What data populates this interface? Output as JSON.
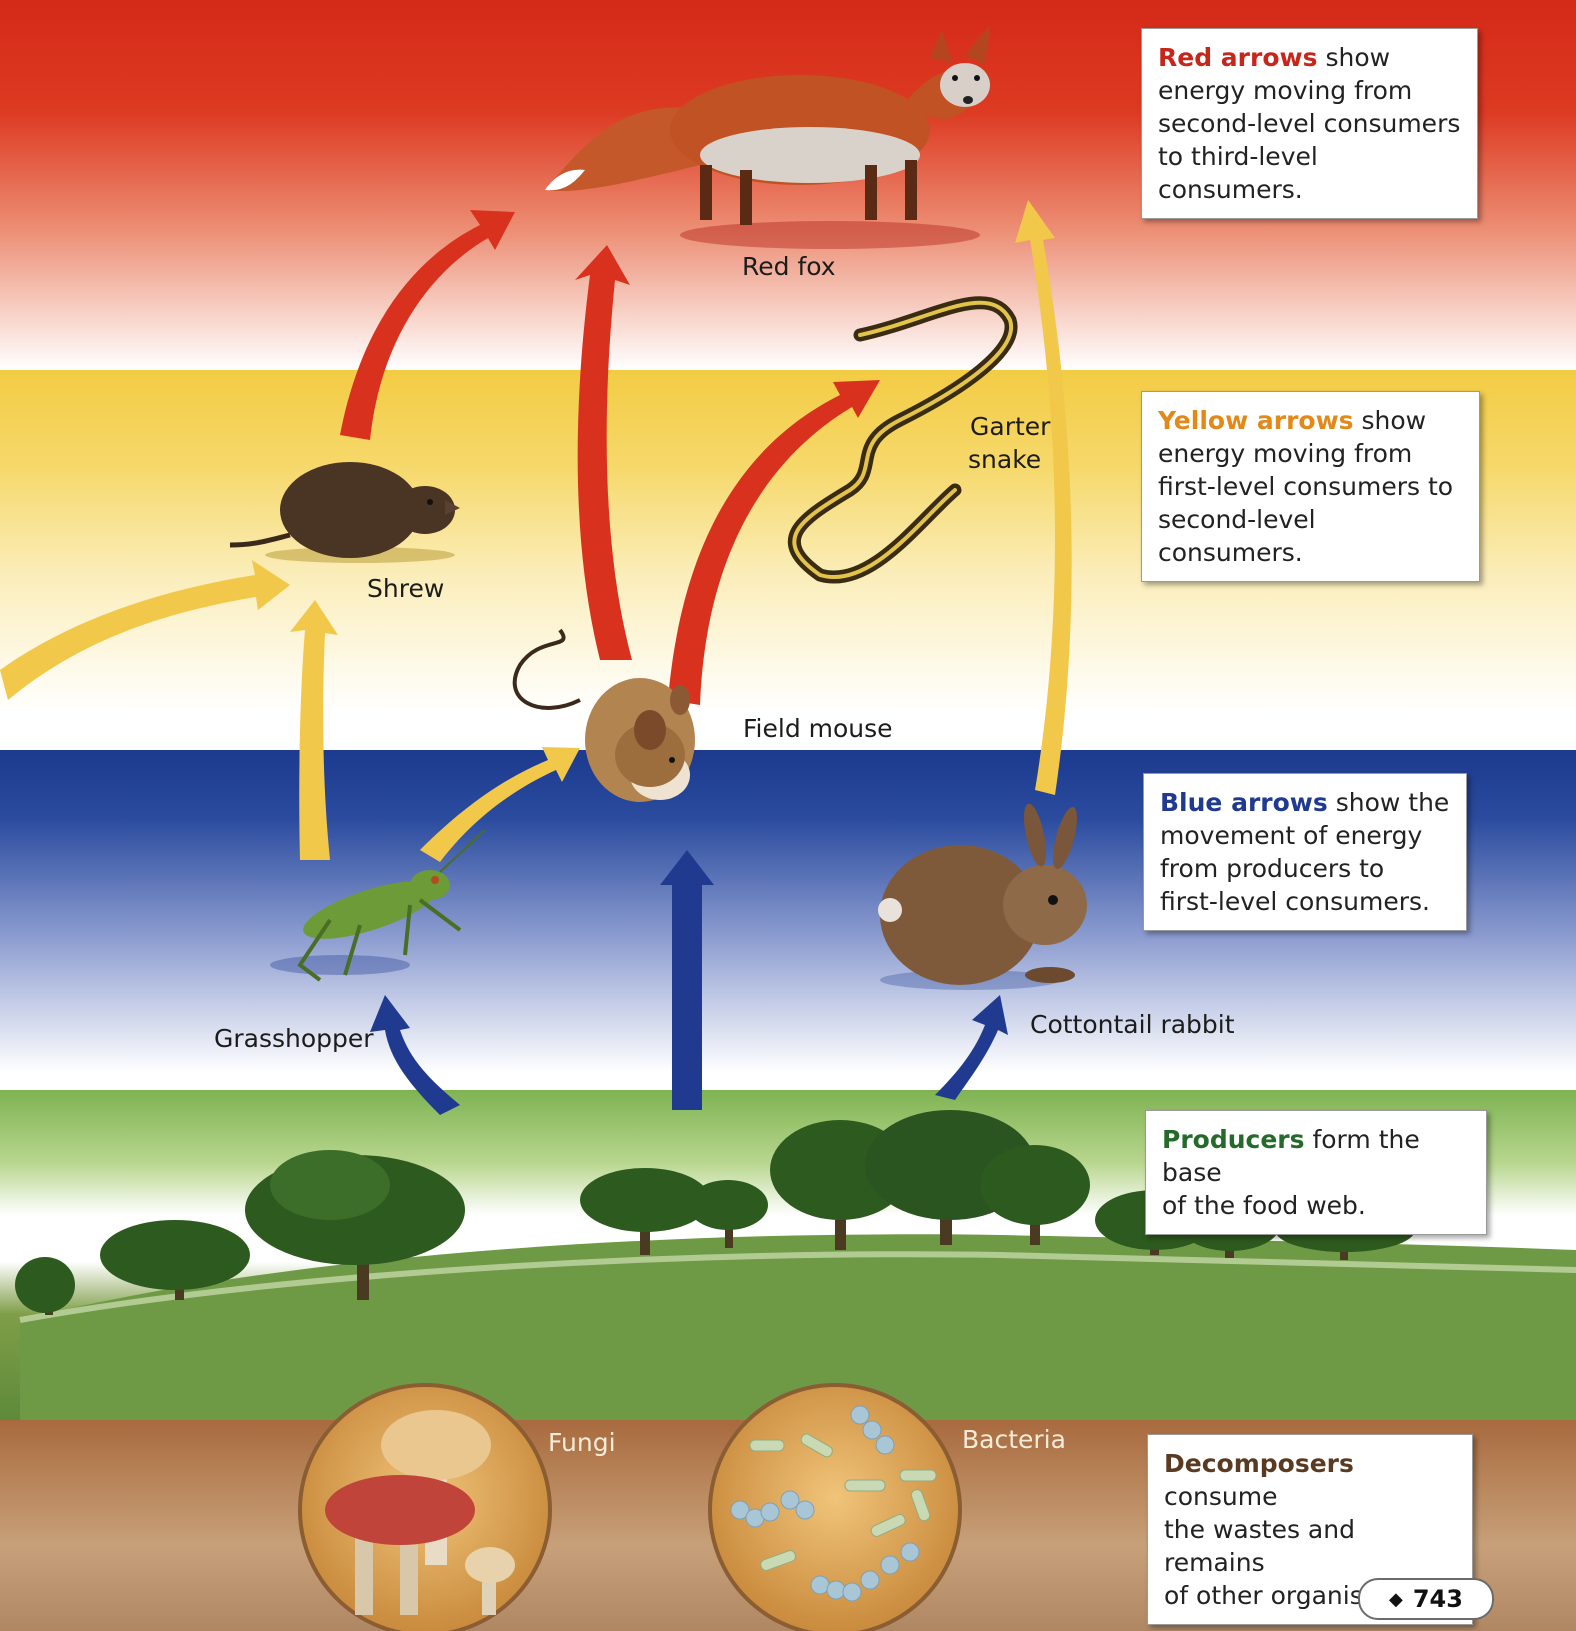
{
  "organisms": {
    "red_fox": "Red fox",
    "garter_snake_line1": "Garter",
    "garter_snake_line2": "snake",
    "shrew": "Shrew",
    "field_mouse": "Field mouse",
    "grasshopper": "Grasshopper",
    "cottontail_rabbit": "Cottontail rabbit",
    "fungi": "Fungi",
    "bacteria": "Bacteria"
  },
  "info_boxes": {
    "red": {
      "key": "Red arrows",
      "lines": [
        " show",
        "energy moving from",
        "second-level consumers",
        "to third-level consumers."
      ]
    },
    "yellow": {
      "key": "Yellow arrows",
      "lines": [
        " show",
        "energy moving from",
        "first-level consumers to",
        "second-level consumers."
      ]
    },
    "blue": {
      "key": "Blue arrows",
      "lines": [
        " show the",
        "movement of energy",
        "from producers to",
        "first-level consumers."
      ]
    },
    "producers": {
      "key": "Producers",
      "lines": [
        " form the base",
        "of the food web."
      ]
    },
    "decomposers": {
      "key": "Decomposers",
      "lines": [
        " consume",
        "the wastes and remains",
        "of other organisms."
      ]
    }
  },
  "page_number": "743",
  "colors": {
    "red_arrow": "#d8321f",
    "yellow_arrow": "#f1c84a",
    "blue_arrow": "#1f3a8f",
    "red_band": "#d42a18",
    "yellow_band": "#f3cc44",
    "blue_band": "#1c3a8e",
    "green_band": "#7eb352",
    "soil": "#a86a3e"
  }
}
